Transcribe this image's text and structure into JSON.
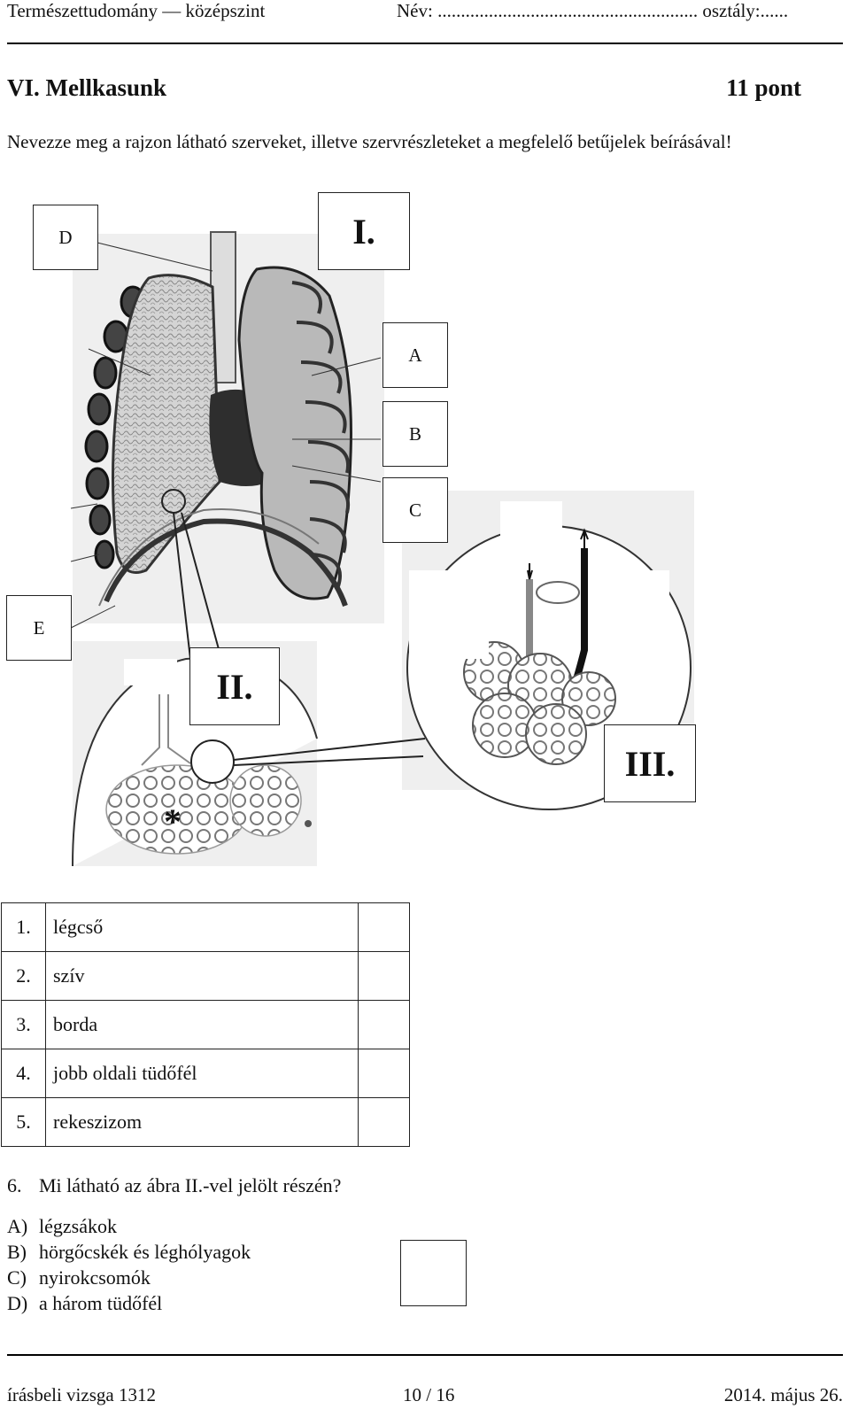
{
  "header": {
    "subject": "Természettudomány — középszint",
    "name_class": "Név: ........................................................ osztály:......"
  },
  "section": {
    "title": "VI. Mellkasunk",
    "points": "11 pont",
    "instruction": "Nevezze meg a rajzon látható szerveket, illetve szervrészleteket a megfelelő betűjelek beírásával!"
  },
  "figure": {
    "labels": {
      "D": "D",
      "A": "A",
      "B": "B",
      "C": "C",
      "E": "E"
    },
    "roman": {
      "I": "I.",
      "II": "II.",
      "III": "III."
    },
    "asterisk": "*"
  },
  "items": [
    {
      "num": "1.",
      "text": "légcső",
      "answer": ""
    },
    {
      "num": "2.",
      "text": "szív",
      "answer": ""
    },
    {
      "num": "3.",
      "text": "borda",
      "answer": ""
    },
    {
      "num": "4.",
      "text": "jobb oldali tüdőfél",
      "answer": ""
    },
    {
      "num": "5.",
      "text": "rekeszizom",
      "answer": ""
    }
  ],
  "question": {
    "num": "6.",
    "text": "Mi látható az ábra II.-vel jelölt részén?",
    "options": [
      {
        "key": "A)",
        "text": "légzsákok"
      },
      {
        "key": "B)",
        "text": "hörgőcskék és léghólyagok"
      },
      {
        "key": "C)",
        "text": "nyirokcsomók"
      },
      {
        "key": "D)",
        "text": "a három tüdőfél"
      }
    ]
  },
  "footer": {
    "left": "írásbeli vizsga 1312",
    "center": "10 / 16",
    "right": "2014. május 26."
  }
}
